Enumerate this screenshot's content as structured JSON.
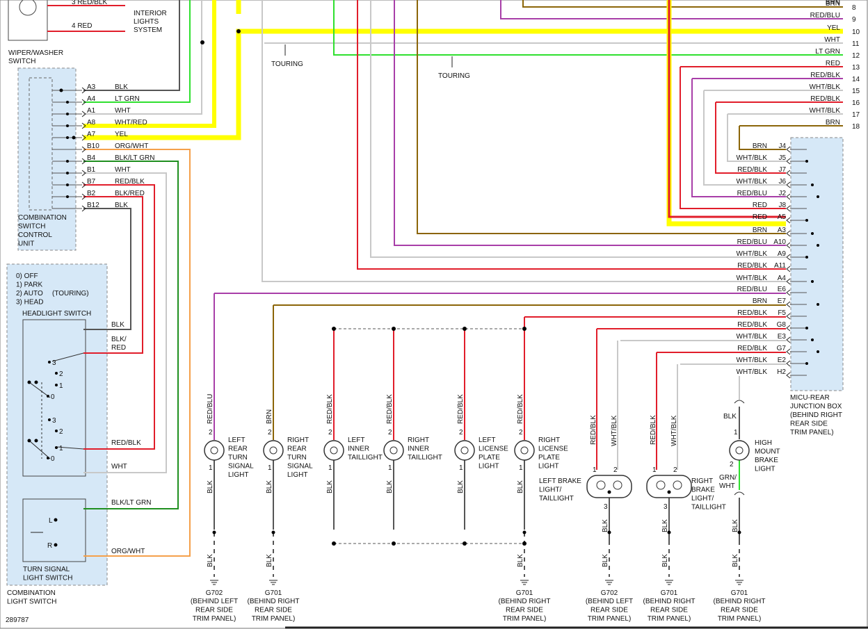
{
  "colors": {
    "BLK": "#555555",
    "RED": "#e11d2a",
    "YEL": "#ffff00",
    "WHT": "#c8c8c8",
    "BRN": "#8b6508",
    "LTGRN": "#2ee02e",
    "GRN": "#1f8f1f",
    "ORG": "#f5a04a",
    "BLU": "#a83ea8",
    "panel": "#d6e8f7"
  },
  "top_labels": {
    "line1": "3 RED/BLK",
    "line2": "4 RED",
    "interior": [
      "INTERIOR",
      "LIGHTS",
      "SYSTEM"
    ],
    "wiper": [
      "WIPER/WASHER",
      "SWITCH"
    ],
    "touring1": "TOURING",
    "touring2": "TOURING"
  },
  "right_wires": [
    {
      "num": "8",
      "label": "BRN"
    },
    {
      "num": "9",
      "label": "RED/BLU"
    },
    {
      "num": "10",
      "label": "YEL"
    },
    {
      "num": "11",
      "label": "WHT"
    },
    {
      "num": "12",
      "label": "LT GRN"
    },
    {
      "num": "13",
      "label": "RED"
    },
    {
      "num": "14",
      "label": "RED/BLK"
    },
    {
      "num": "15",
      "label": "WHT/BLK"
    },
    {
      "num": "16",
      "label": "RED/BLK"
    },
    {
      "num": "17",
      "label": "WHT/BLK"
    },
    {
      "num": "18",
      "label": "BRN"
    }
  ],
  "top_brn": "BRN",
  "csc_pins": [
    {
      "pin": "A3",
      "wire": "BLK"
    },
    {
      "pin": "A4",
      "wire": "LT GRN"
    },
    {
      "pin": "A1",
      "wire": "WHT"
    },
    {
      "pin": "A8",
      "wire": "WHT/RED"
    },
    {
      "pin": "A7",
      "wire": "YEL"
    },
    {
      "pin": "B10",
      "wire": "ORG/WHT"
    },
    {
      "pin": "B4",
      "wire": "BLK/LT GRN"
    },
    {
      "pin": "B1",
      "wire": "WHT"
    },
    {
      "pin": "B7",
      "wire": "RED/BLK"
    },
    {
      "pin": "B2",
      "wire": "BLK/RED"
    },
    {
      "pin": "B12",
      "wire": "BLK"
    }
  ],
  "csc_unit": [
    "COMBINATION",
    "SWITCH",
    "CONTROL",
    "UNIT"
  ],
  "headlight": {
    "modes": [
      "0) OFF",
      "1) PARK",
      "2) AUTO",
      "3) HEAD"
    ],
    "touring": "(TOURING)",
    "title": "HEADLIGHT SWITCH",
    "wire_blk": "BLK",
    "wire_blkred": [
      "BLK/",
      "RED"
    ],
    "wire_redblk": "RED/BLK",
    "wire_wht": "WHT",
    "pos3": "3",
    "pos2": "2",
    "pos1": "1",
    "pos0": "0"
  },
  "turn": {
    "title": [
      "TURN SIGNAL",
      "LIGHT SWITCH"
    ],
    "L": "L",
    "R": "R",
    "wire_blkltgrn": "BLK/LT GRN",
    "wire_orgwht": "ORG/WHT"
  },
  "combo_switch": [
    "COMBINATION",
    "LIGHT SWITCH"
  ],
  "jbox_pins": [
    {
      "pin": "J4",
      "wire": "BRN"
    },
    {
      "pin": "J5",
      "wire": "WHT/BLK"
    },
    {
      "pin": "J7",
      "wire": "RED/BLK"
    },
    {
      "pin": "J6",
      "wire": "WHT/BLK"
    },
    {
      "pin": "J2",
      "wire": "RED/BLU"
    },
    {
      "pin": "J8",
      "wire": "RED"
    },
    {
      "pin": "A5",
      "wire": "RED"
    },
    {
      "pin": "A3",
      "wire": "BRN"
    },
    {
      "pin": "A10",
      "wire": "RED/BLU"
    },
    {
      "pin": "A9",
      "wire": "WHT/BLK"
    },
    {
      "pin": "A11",
      "wire": "RED/BLK"
    },
    {
      "pin": "A4",
      "wire": "WHT/BLK"
    },
    {
      "pin": "E6",
      "wire": "RED/BLU"
    },
    {
      "pin": "E7",
      "wire": "BRN"
    },
    {
      "pin": "F5",
      "wire": "RED/BLK"
    },
    {
      "pin": "G8",
      "wire": "RED/BLK"
    },
    {
      "pin": "E3",
      "wire": "WHT/BLK"
    },
    {
      "pin": "G7",
      "wire": "RED/BLK"
    },
    {
      "pin": "E2",
      "wire": "WHT/BLK"
    },
    {
      "pin": "H2",
      "wire": "WHT/BLK"
    }
  ],
  "jbox_title": [
    "MICU-REAR",
    "JUNCTION BOX",
    "(BEHIND RIGHT",
    "REAR SIDE",
    "TRIM PANEL)"
  ],
  "lights": [
    {
      "top_wire": "RED/BLU",
      "name": [
        "LEFT",
        "REAR",
        "TURN",
        "SIGNAL",
        "LIGHT"
      ]
    },
    {
      "top_wire": "BRN",
      "name": [
        "RIGHT",
        "REAR",
        "TURN",
        "SIGNAL",
        "LIGHT"
      ]
    },
    {
      "top_wire": "RED/BLK",
      "name": [
        "LEFT",
        "INNER",
        "TAILLIGHT"
      ]
    },
    {
      "top_wire": "RED/BLK",
      "name": [
        "RIGHT",
        "INNER",
        "TAILLIGHT"
      ]
    },
    {
      "top_wire": "RED/BLK",
      "name": [
        "LEFT",
        "LICENSE",
        "PLATE",
        "LIGHT"
      ]
    },
    {
      "top_wire": "RED/BLK",
      "name": [
        "RIGHT",
        "LICENSE",
        "PLATE",
        "LIGHT"
      ]
    }
  ],
  "blk": "BLK",
  "brake_left": {
    "w1": "RED/BLK",
    "w2": "WHT/BLK",
    "name": [
      "LEFT BRAKE",
      "LIGHT/",
      "TAILLIGHT"
    ]
  },
  "brake_right": {
    "w1": "RED/BLK",
    "w2": "WHT/BLK",
    "name": [
      "RIGHT",
      "BRAKE",
      "LIGHT/",
      "TAILLIGHT"
    ]
  },
  "hmbl": {
    "top": "BLK",
    "name": [
      "HIGH",
      "MOUNT",
      "BRAKE",
      "LIGHT"
    ],
    "bot": [
      "GRN/",
      "WHT"
    ]
  },
  "grounds": [
    {
      "id": "G702",
      "loc": [
        "(BEHIND LEFT",
        "REAR SIDE",
        "TRIM PANEL)"
      ]
    },
    {
      "id": "G701",
      "loc": [
        "(BEHIND RIGHT",
        "REAR SIDE",
        "TRIM PANEL)"
      ]
    },
    {
      "id": "G701",
      "loc": [
        "(BEHIND RIGHT",
        "REAR SIDE",
        "TRIM PANEL)"
      ]
    },
    {
      "id": "G702",
      "loc": [
        "(BEHIND LEFT",
        "REAR SIDE",
        "TRIM PANEL)"
      ]
    },
    {
      "id": "G701",
      "loc": [
        "(BEHIND RIGHT",
        "REAR SIDE",
        "TRIM PANEL)"
      ]
    },
    {
      "id": "G701",
      "loc": [
        "(BEHIND RIGHT",
        "REAR SIDE",
        "TRIM PANEL)"
      ]
    }
  ],
  "pin_labels": {
    "p1": "1",
    "p2": "2",
    "p3": "3"
  },
  "figure_id": "289787"
}
